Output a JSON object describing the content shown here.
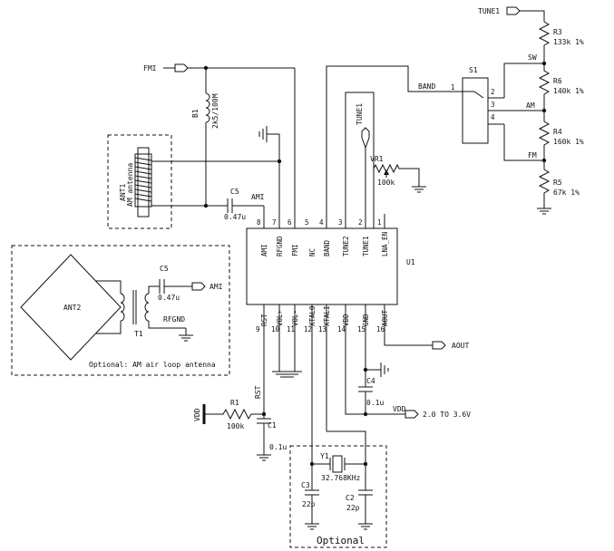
{
  "ic": {
    "ref": "U1",
    "pins_top": [
      {
        "num": "8",
        "name": "AMI"
      },
      {
        "num": "7",
        "name": "RFGND"
      },
      {
        "num": "6",
        "name": "FMI"
      },
      {
        "num": "5",
        "name": "NC"
      },
      {
        "num": "4",
        "name": "BAND"
      },
      {
        "num": "3",
        "name": "TUNE2"
      },
      {
        "num": "2",
        "name": "TUNE1"
      },
      {
        "num": "1",
        "name": "LNA_EN"
      }
    ],
    "pins_bottom": [
      {
        "num": "9",
        "name": "RST"
      },
      {
        "num": "10",
        "name": "VOL+"
      },
      {
        "num": "11",
        "name": "VOL-"
      },
      {
        "num": "12",
        "name": "XTALO"
      },
      {
        "num": "13",
        "name": "XTALI"
      },
      {
        "num": "14",
        "name": "VDD"
      },
      {
        "num": "15",
        "name": "GND"
      },
      {
        "num": "16",
        "name": "AOUT"
      }
    ]
  },
  "nets": {
    "fmi": "FMI",
    "tune1": "TUNE1",
    "tune1_top": "TUNE1",
    "band": "BAND",
    "sw": "SW",
    "am": "AM",
    "fm": "FM",
    "ami": "AMI",
    "ami2": "AMI",
    "rfgnd": "RFGND",
    "aout": "AOUT",
    "vdd_left": "VDD",
    "vdd_right": "VDD",
    "supply_range": "2.0 TO 3.6V",
    "rst": "RST"
  },
  "switch": {
    "ref": "S1",
    "pins": [
      "1",
      "2",
      "3",
      "4"
    ]
  },
  "parts": {
    "r3": {
      "ref": "R3",
      "value": "133k 1%"
    },
    "r6": {
      "ref": "R6",
      "value": "140k 1%"
    },
    "r4": {
      "ref": "R4",
      "value": "160k 1%"
    },
    "r5": {
      "ref": "R5",
      "value": "67k 1%"
    },
    "r1": {
      "ref": "R1",
      "value": "100k"
    },
    "vr1": {
      "ref": "VR1",
      "value": "100k"
    },
    "b1": {
      "ref": "B1",
      "value": "2k5/100M"
    },
    "c5": {
      "ref": "C5",
      "value": "0.47u"
    },
    "c5b": {
      "ref": "C5",
      "value": "0.47u"
    },
    "c1": {
      "ref": "C1",
      "value": "0.1u"
    },
    "c4": {
      "ref": "C4",
      "value": "0.1u"
    },
    "c3": {
      "ref": "C3",
      "value": "22p"
    },
    "c2": {
      "ref": "C2",
      "value": "22p"
    },
    "y1": {
      "ref": "Y1",
      "value": "32.768KHz"
    },
    "ant1": {
      "ref": "ANT1",
      "value": "AM antenna"
    },
    "ant2": {
      "ref": "ANT2"
    },
    "t1": {
      "ref": "T1"
    }
  },
  "notes": {
    "loop": "Optional: AM air loop antenna",
    "crystal": "Optional"
  }
}
